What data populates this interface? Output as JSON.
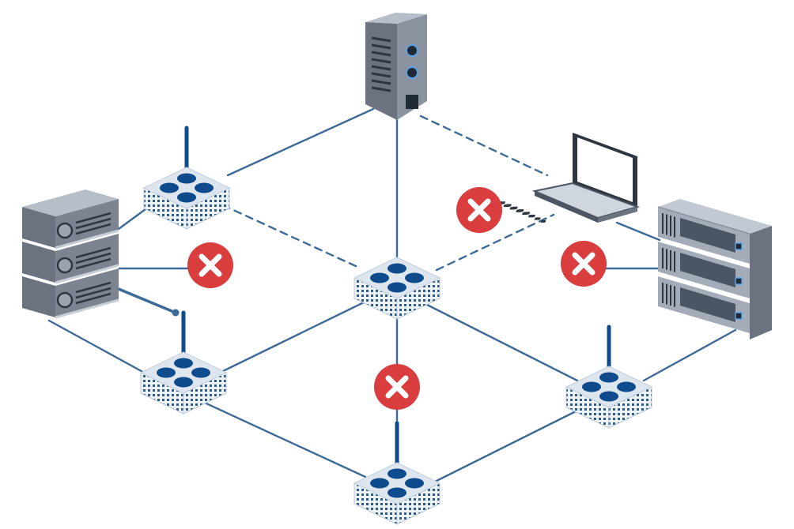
{
  "colors": {
    "background": "#ffffff",
    "link": "#3d6a96",
    "device_dark": "#4b5563",
    "device_mid": "#6b7280",
    "device_light": "#a3acb8",
    "switch_top": "#dde6ef",
    "switch_port": "#0e4b8c",
    "switch_side": "#eef3f8",
    "switch_grid": "#2c5a8c",
    "error_fill": "#d93d3d",
    "error_mark": "#ffffff"
  },
  "nodes": [
    {
      "id": "tower-server",
      "kind": "tower-server-icon"
    },
    {
      "id": "rack-server-left",
      "kind": "rack-server-icon"
    },
    {
      "id": "rack-server-right",
      "kind": "rack-server-icon"
    },
    {
      "id": "laptop",
      "kind": "laptop-icon"
    },
    {
      "id": "switch-top-left",
      "kind": "switch-icon"
    },
    {
      "id": "switch-center",
      "kind": "switch-icon"
    },
    {
      "id": "switch-mid-left",
      "kind": "switch-icon"
    },
    {
      "id": "switch-mid-right",
      "kind": "switch-icon"
    },
    {
      "id": "switch-bottom",
      "kind": "switch-icon"
    }
  ],
  "links": [
    {
      "from": "tower-server",
      "to": "switch-top-left",
      "style": "solid"
    },
    {
      "from": "tower-server",
      "to": "switch-center",
      "style": "solid"
    },
    {
      "from": "tower-server",
      "to": "laptop",
      "style": "dashed"
    },
    {
      "from": "switch-top-left",
      "to": "rack-server-left",
      "style": "solid"
    },
    {
      "from": "switch-top-left",
      "to": "switch-center",
      "style": "dashed"
    },
    {
      "from": "switch-center",
      "to": "laptop",
      "style": "dashed"
    },
    {
      "from": "switch-center",
      "to": "switch-mid-left",
      "style": "solid"
    },
    {
      "from": "switch-center",
      "to": "switch-mid-right",
      "style": "solid"
    },
    {
      "from": "switch-center",
      "to": "switch-bottom",
      "style": "solid"
    },
    {
      "from": "rack-server-left",
      "to": "switch-mid-left",
      "style": "solid"
    },
    {
      "from": "switch-mid-left",
      "to": "switch-bottom",
      "style": "solid"
    },
    {
      "from": "switch-bottom",
      "to": "switch-mid-right",
      "style": "solid"
    },
    {
      "from": "switch-mid-right",
      "to": "rack-server-right",
      "style": "solid"
    },
    {
      "from": "laptop",
      "to": "rack-server-right",
      "style": "solid"
    }
  ],
  "failures": [
    {
      "id": "failure-left-server",
      "icon": "error-x-icon"
    },
    {
      "id": "failure-center-laptop",
      "icon": "error-x-icon"
    },
    {
      "id": "failure-right-server",
      "icon": "error-x-icon"
    },
    {
      "id": "failure-bottom-link",
      "icon": "error-x-icon"
    }
  ]
}
